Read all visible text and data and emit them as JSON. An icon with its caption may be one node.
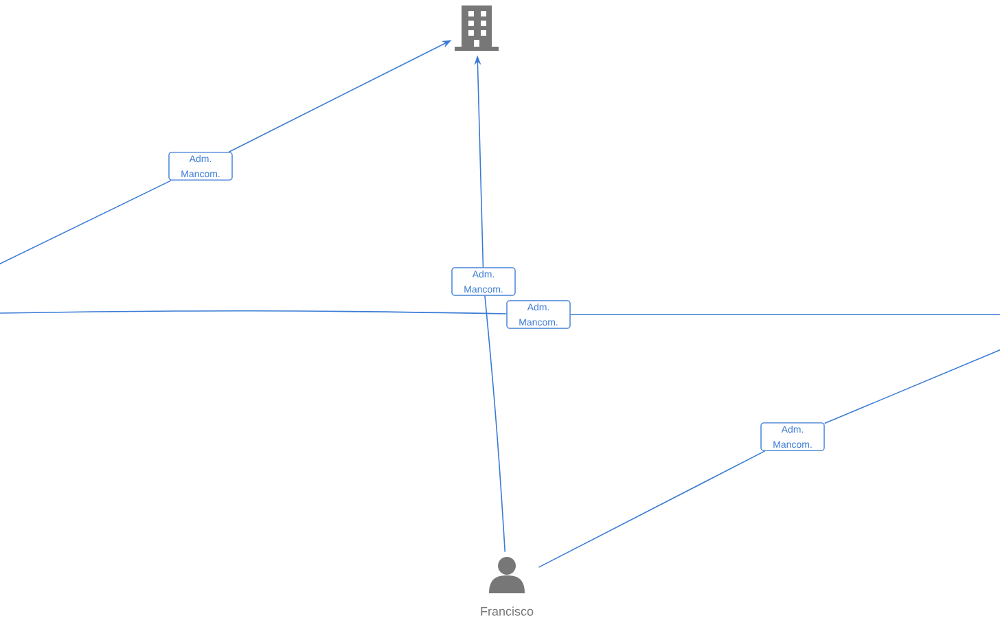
{
  "diagram": {
    "nodes": [
      {
        "text": [],
        "shape": "building"
      },
      {
        "text": [
          "Adm. Mancom."
        ]
      },
      {
        "text": [
          "Adm. Mancom."
        ]
      },
      {
        "text": [
          "Adm. Mancom."
        ]
      },
      {
        "text": [
          "Adm. Mancom."
        ]
      },
      {
        "text": [
          "Francisco"
        ]
      }
    ],
    "edges": [
      {
        "from": null,
        "to": 1,
        "arrow": "none"
      },
      {
        "from": 1,
        "to": 0,
        "arrow": "to"
      },
      {
        "from": 5,
        "to": 2,
        "arrow": "none"
      },
      {
        "from": 2,
        "to": 0,
        "arrow": "to"
      },
      {
        "from": null,
        "to": 3,
        "arrow": "none"
      },
      {
        "from": 3,
        "to": null,
        "arrow": "none"
      },
      {
        "from": 5,
        "to": 4,
        "arrow": "none"
      },
      {
        "from": 4,
        "to": null,
        "arrow": "none"
      }
    ]
  }
}
